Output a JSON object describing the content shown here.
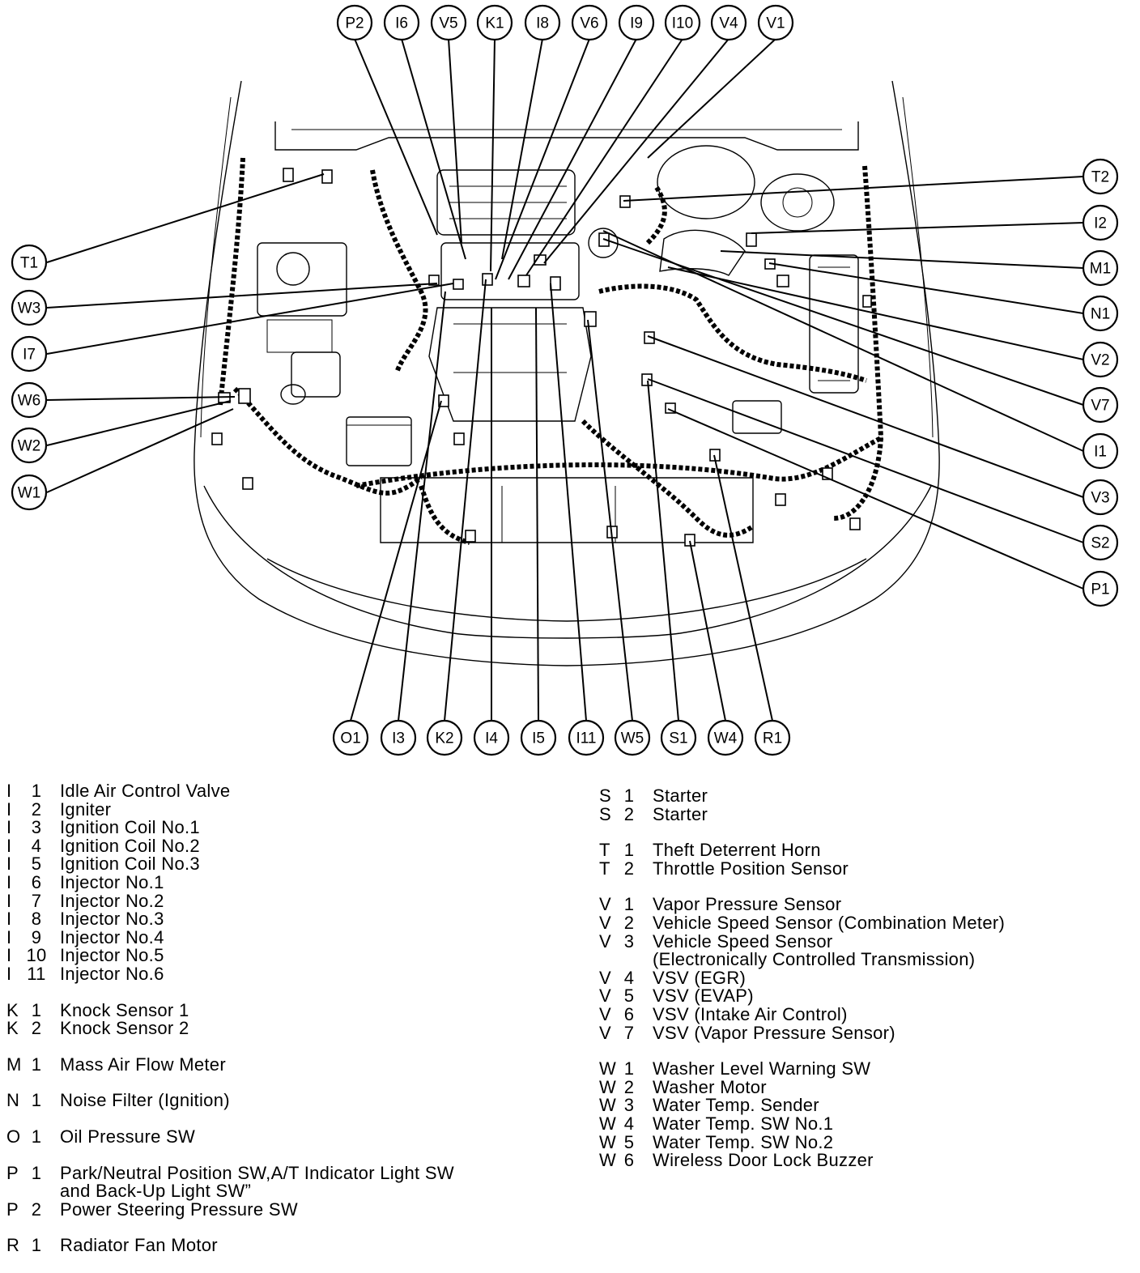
{
  "callouts": {
    "top": [
      "P2",
      "I6",
      "V5",
      "K1",
      "I8",
      "V6",
      "I9",
      "I10",
      "V4",
      "V1"
    ],
    "left": [
      "T1",
      "W3",
      "I7",
      "W6",
      "W2",
      "W1"
    ],
    "right": [
      "T2",
      "I2",
      "M1",
      "N1",
      "V2",
      "V7",
      "I1",
      "V3",
      "S2",
      "P1"
    ],
    "bottom": [
      "O1",
      "I3",
      "K2",
      "I4",
      "I5",
      "I11",
      "W5",
      "S1",
      "W4",
      "R1"
    ]
  },
  "legend_left": [
    {
      "group": "I",
      "items": [
        {
          "letter": "I",
          "num": "1",
          "desc": "Idle Air Control Valve"
        },
        {
          "letter": "I",
          "num": "2",
          "desc": "Igniter"
        },
        {
          "letter": "I",
          "num": "3",
          "desc": "Ignition Coil No.1"
        },
        {
          "letter": "I",
          "num": "4",
          "desc": "Ignition Coil No.2"
        },
        {
          "letter": "I",
          "num": "5",
          "desc": "Ignition Coil No.3"
        },
        {
          "letter": "I",
          "num": "6",
          "desc": "Injector No.1"
        },
        {
          "letter": "I",
          "num": "7",
          "desc": "Injector No.2"
        },
        {
          "letter": "I",
          "num": "8",
          "desc": "Injector No.3"
        },
        {
          "letter": "I",
          "num": "9",
          "desc": "Injector No.4"
        },
        {
          "letter": "I",
          "num": "10",
          "desc": "Injector No.5"
        },
        {
          "letter": "I",
          "num": "11",
          "desc": "Injector No.6"
        }
      ]
    },
    {
      "group": "K",
      "items": [
        {
          "letter": "K",
          "num": "1",
          "desc": "Knock Sensor 1"
        },
        {
          "letter": "K",
          "num": "2",
          "desc": "Knock Sensor 2"
        }
      ]
    },
    {
      "group": "M",
      "items": [
        {
          "letter": "M",
          "num": "1",
          "desc": "Mass Air Flow Meter"
        }
      ]
    },
    {
      "group": "N",
      "items": [
        {
          "letter": "N",
          "num": "1",
          "desc": "Noise Filter (Ignition)"
        }
      ]
    },
    {
      "group": "O",
      "items": [
        {
          "letter": "O",
          "num": "1",
          "desc": "Oil Pressure SW"
        }
      ]
    },
    {
      "group": "P",
      "items": [
        {
          "letter": "P",
          "num": "1",
          "desc": "Park/Neutral Position SW,A/T Indicator Light SW"
        },
        {
          "letter": "",
          "num": "",
          "desc": "and Back-Up Light SW”"
        },
        {
          "letter": "P",
          "num": "2",
          "desc": "Power Steering Pressure SW"
        }
      ]
    },
    {
      "group": "R",
      "items": [
        {
          "letter": "R",
          "num": "1",
          "desc": "Radiator Fan Motor"
        }
      ]
    }
  ],
  "legend_right": [
    {
      "group": "S",
      "items": [
        {
          "letter": "S",
          "num": "1",
          "desc": "Starter"
        },
        {
          "letter": "S",
          "num": "2",
          "desc": "Starter"
        }
      ]
    },
    {
      "group": "T",
      "items": [
        {
          "letter": "T",
          "num": "1",
          "desc": "Theft Deterrent Horn"
        },
        {
          "letter": "T",
          "num": "2",
          "desc": "Throttle Position Sensor"
        }
      ]
    },
    {
      "group": "V",
      "items": [
        {
          "letter": "V",
          "num": "1",
          "desc": "Vapor Pressure Sensor"
        },
        {
          "letter": "V",
          "num": "2",
          "desc": "Vehicle Speed Sensor (Combination Meter)"
        },
        {
          "letter": "V",
          "num": "3",
          "desc": "Vehicle Speed Sensor"
        },
        {
          "letter": "",
          "num": "",
          "desc": "(Electronically Controlled Transmission)"
        },
        {
          "letter": "V",
          "num": "4",
          "desc": "VSV (EGR)"
        },
        {
          "letter": "V",
          "num": "5",
          "desc": "VSV (EVAP)"
        },
        {
          "letter": "V",
          "num": "6",
          "desc": "VSV (Intake Air Control)"
        },
        {
          "letter": "V",
          "num": "7",
          "desc": "VSV (Vapor Pressure Sensor)"
        }
      ]
    },
    {
      "group": "W",
      "items": [
        {
          "letter": "W",
          "num": "1",
          "desc": "Washer Level Warning SW"
        },
        {
          "letter": "W",
          "num": "2",
          "desc": "Washer Motor"
        },
        {
          "letter": "W",
          "num": "3",
          "desc": "Water Temp. Sender"
        },
        {
          "letter": "W",
          "num": "4",
          "desc": "Water Temp. SW No.1"
        },
        {
          "letter": "W",
          "num": "5",
          "desc": "Water Temp. SW No.2"
        },
        {
          "letter": "W",
          "num": "6",
          "desc": "Wireless Door Lock Buzzer"
        }
      ]
    }
  ]
}
